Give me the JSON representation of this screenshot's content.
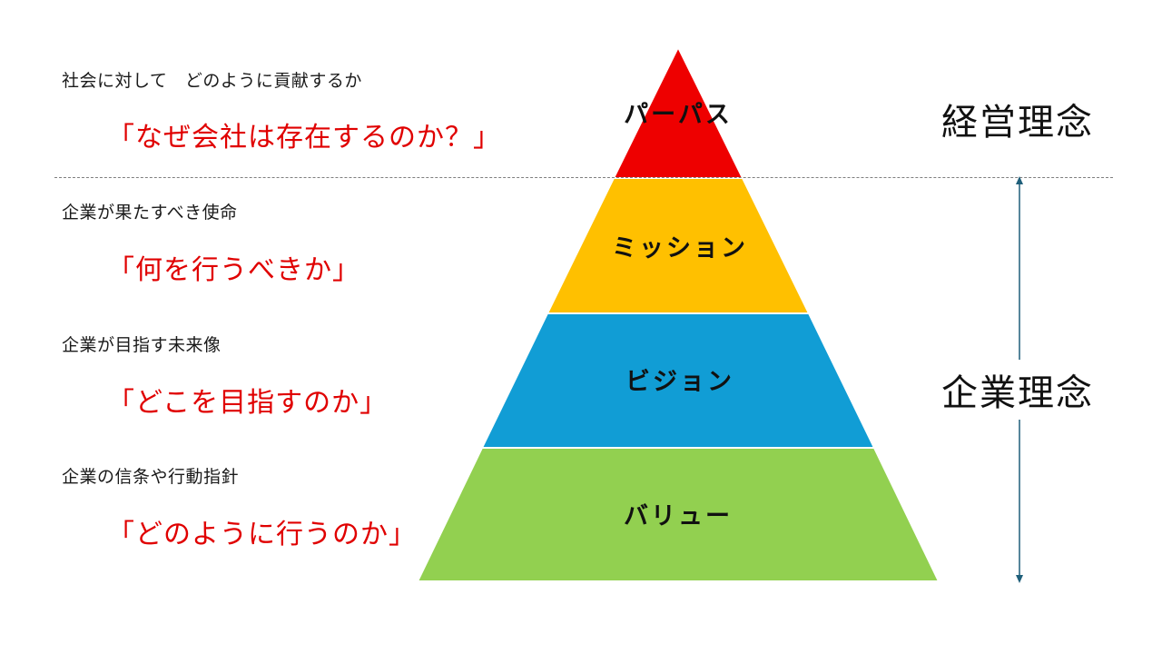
{
  "tiers": [
    {
      "label": "パーパス",
      "description": "社会に対して　どのように貢献するか",
      "question": "「なぜ会社は存在するのか？」",
      "color": "#ee0000"
    },
    {
      "label": "ミッション",
      "description": "企業が果たすべき使命",
      "question": "「何を行うべきか」",
      "color": "#ffc000"
    },
    {
      "label": "ビジョン",
      "description": "企業が目指す未来像",
      "question": "「どこを目指すのか」",
      "color": "#119dd5"
    },
    {
      "label": "バリュー",
      "description": "企業の信条や行動指針",
      "question": "「どのように行うのか」",
      "color": "#92d050"
    }
  ],
  "groups": {
    "keiei": "経営理念",
    "kigyo": "企業理念"
  },
  "colors": {
    "question_text": "#e00000",
    "bracket": "#1f5f7a",
    "divider": "#7f7f7f"
  }
}
